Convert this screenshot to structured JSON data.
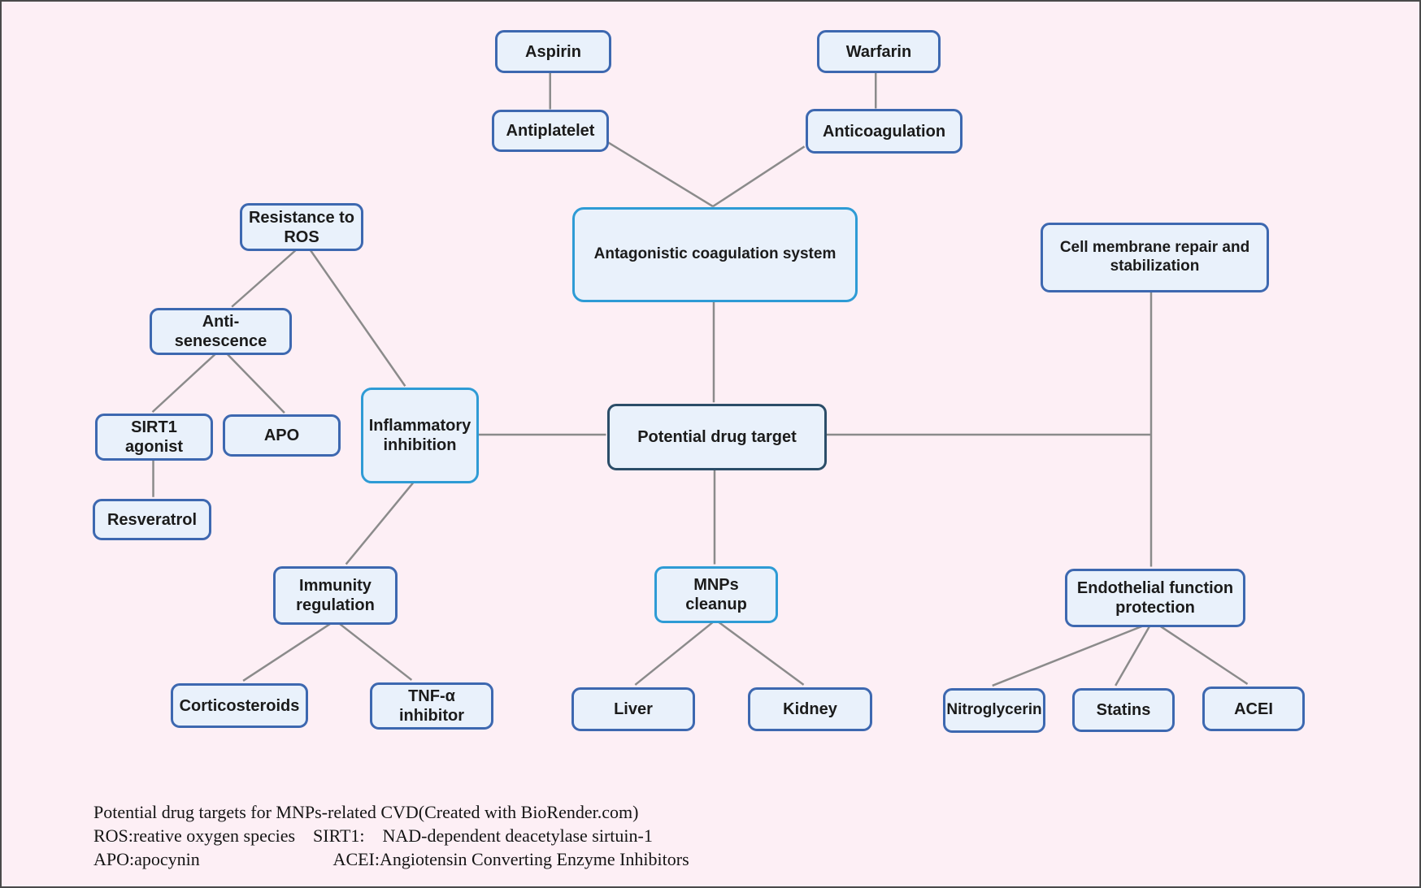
{
  "figure": {
    "title_caption": "Potential drug targets for MNPs-related CVD",
    "nodes": {
      "aspirin": {
        "label": "Aspirin"
      },
      "warfarin": {
        "label": "Warfarin"
      },
      "antiplatelet": {
        "label": "Antiplatelet"
      },
      "anticoagulation": {
        "label": "Anticoagulation"
      },
      "antagonistic_coagulation_system": {
        "label": "Antagonistic coagulation system"
      },
      "resistance_to_ros": {
        "label": "Resistance to\nROS"
      },
      "anti_senescence": {
        "label": "Anti-\nsenescence"
      },
      "sirt1_agonist": {
        "label": "SIRT1\nagonist"
      },
      "apo": {
        "label": "APO"
      },
      "resveratrol": {
        "label": "Resveratrol"
      },
      "inflammatory_inhibition": {
        "label": "Inflammatory\ninhibition"
      },
      "potential_drug_target": {
        "label": "Potential drug target"
      },
      "cell_membrane_repair": {
        "label": "Cell membrane repair and\nstabilization"
      },
      "mnps_cleanup": {
        "label": "MNPs\ncleanup"
      },
      "immunity_regulation": {
        "label": "Immunity\nregulation"
      },
      "corticosteroids": {
        "label": "Corticosteroids"
      },
      "tnf_alpha_inhibitor": {
        "label": "TNF-α\ninhibitor"
      },
      "liver": {
        "label": "Liver"
      },
      "kidney": {
        "label": "Kidney"
      },
      "endothelial_function_protection": {
        "label": "Endothelial function\nprotection"
      },
      "nitroglycerin": {
        "label": "Nitroglycerin"
      },
      "statins": {
        "label": "Statins"
      },
      "acei": {
        "label": "ACEI"
      }
    },
    "caption": {
      "line1": "Potential drug targets for MNPs-related CVD(Created with BioRender.com)",
      "line2": "ROS:reative oxygen species    SIRT1:    NAD-dependent deacetylase sirtuin-1",
      "line3": "APO:apocynin                              ACEI:Angiotensin Converting Enzyme Inhibitors"
    },
    "colors": {
      "background": "#fdeff5",
      "node_fill": "#e9f1fb",
      "node_border": "#3d68b0",
      "node_border_highlight": "#2e9bd5",
      "node_border_dark": "#2b4d68",
      "connector": "#8b8b8b",
      "text": "#1b1b1b"
    }
  }
}
